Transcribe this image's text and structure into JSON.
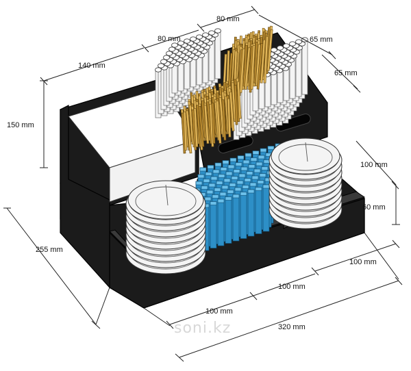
{
  "dimensions": {
    "d_80_top": "80 mm",
    "d_80_left": "80 mm",
    "d_65_upper": "65 mm",
    "d_65_lower": "65 mm",
    "d_140": "140 mm",
    "d_150": "150 mm",
    "d_100_right": "100 mm",
    "d_60_right": "60 mm",
    "d_100_lower_right": "100 mm",
    "d_100_front_mid": "100 mm",
    "d_100_front_left": "100 mm",
    "d_255": "255 mm",
    "d_320": "320 mm"
  },
  "watermark": "soni.kz",
  "colors": {
    "body": "#1b1b1b",
    "stirrer": "#e4b85a",
    "sugar_stick": "#2d8fc7",
    "straw": "#ffffff",
    "background": "#ffffff"
  }
}
